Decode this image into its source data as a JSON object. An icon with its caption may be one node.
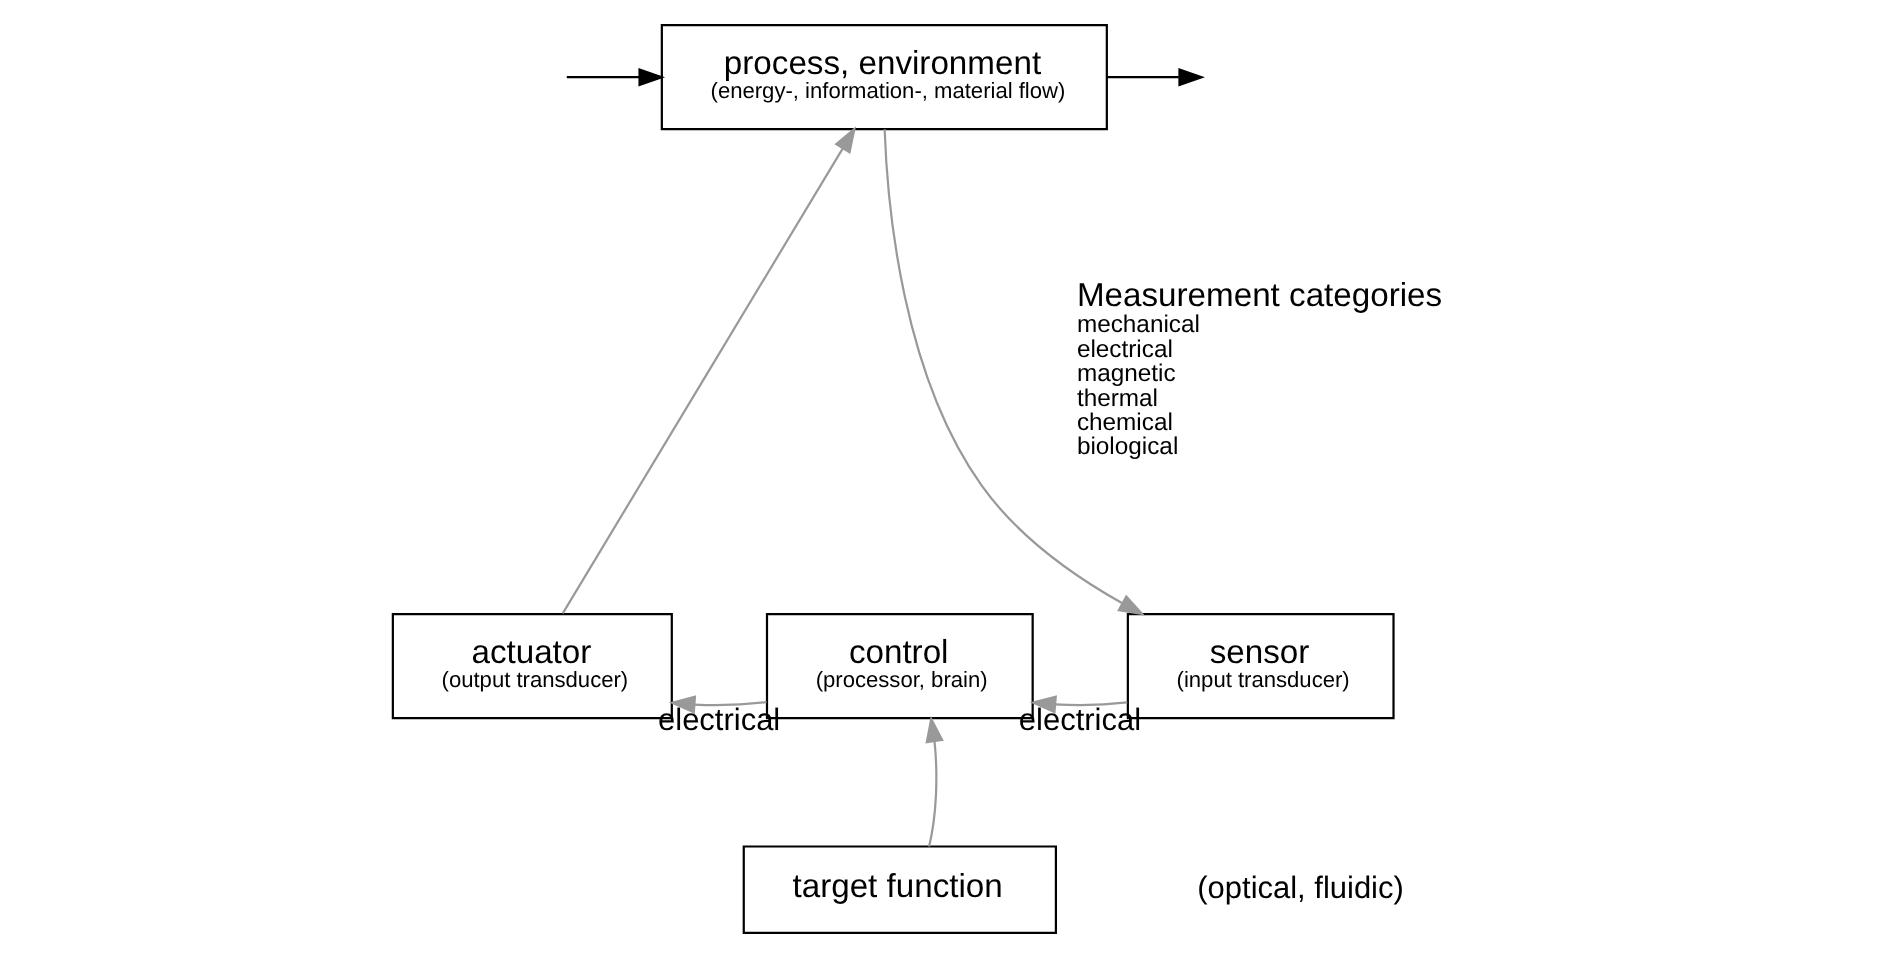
{
  "diagram": {
    "nodes": [
      {
        "text": [
          "process, environment",
          "(energy-, information-, material flow)"
        ]
      },
      {
        "text": [
          "actuator",
          "(output transducer)"
        ]
      },
      {
        "text": [
          "control",
          "(processor, brain)"
        ]
      },
      {
        "text": [
          "sensor",
          "(input transducer)"
        ]
      },
      {
        "text": [
          "target function"
        ]
      }
    ],
    "edges": [
      {
        "from": null,
        "to": 0,
        "arrow": "to",
        "color": "#000000"
      },
      {
        "from": 0,
        "to": null,
        "arrow": "to",
        "color": "#000000"
      },
      {
        "from": 1,
        "to": 0,
        "arrow": "to"
      },
      {
        "from": 0,
        "to": 3,
        "arrow": "to"
      },
      {
        "from": 3,
        "to": 2,
        "label": "electrical",
        "arrow": "to"
      },
      {
        "from": 2,
        "to": 1,
        "label": "electrical",
        "arrow": "to"
      },
      {
        "from": 4,
        "to": 2,
        "arrow": "to"
      }
    ],
    "labels": [
      "Measurement categories",
      "mechanical",
      "electrical",
      "magnetic",
      "thermal",
      "chemical",
      "biological",
      "(optical, fluidic)"
    ]
  }
}
